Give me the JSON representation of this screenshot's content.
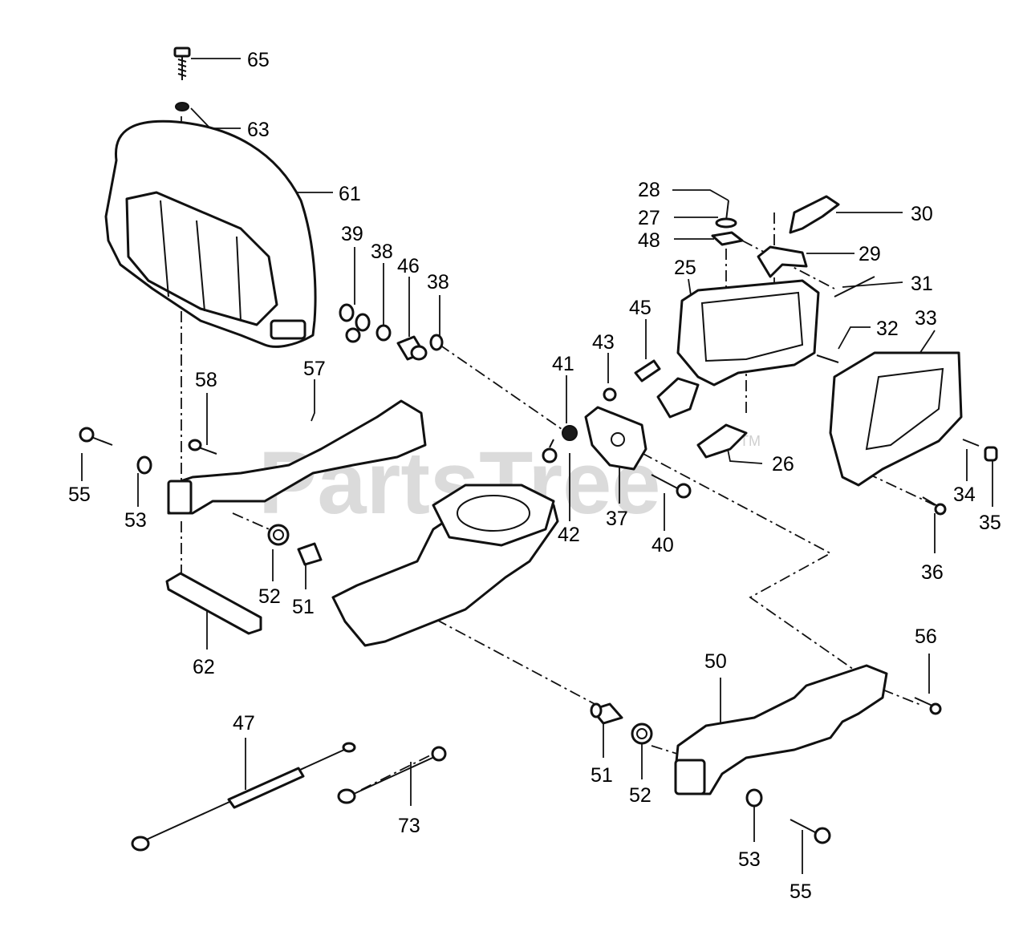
{
  "watermark": {
    "text": "PartsTree",
    "trademark": "TM"
  },
  "callouts": {
    "c65": "65",
    "c63": "63",
    "c61": "61",
    "c28": "28",
    "c27": "27",
    "c48": "48",
    "c30": "30",
    "c29": "29",
    "c31": "31",
    "c25": "25",
    "c45": "45",
    "c32": "32",
    "c33": "33",
    "c39": "39",
    "c38a": "38",
    "c46": "46",
    "c38b": "38",
    "c43": "43",
    "c41": "41",
    "c58": "58",
    "c57": "57",
    "c55a": "55",
    "c53a": "53",
    "c42": "42",
    "c37": "37",
    "c40": "40",
    "c26": "26",
    "c34": "34",
    "c35": "35",
    "c36": "36",
    "c52a": "52",
    "c51a": "51",
    "c62": "62",
    "c56": "56",
    "c50": "50",
    "c47": "47",
    "c51b": "51",
    "c52b": "52",
    "c73": "73",
    "c53b": "53",
    "c55b": "55"
  }
}
